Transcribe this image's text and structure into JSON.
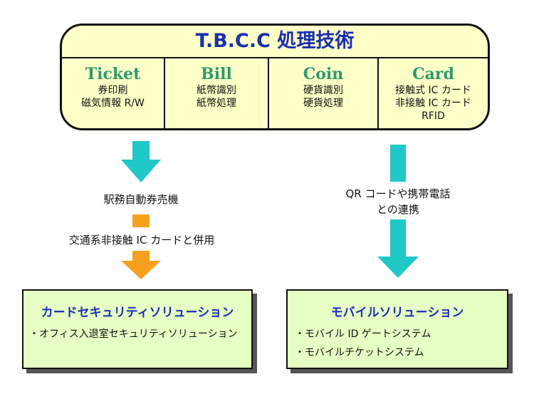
{
  "header": {
    "title": "T.B.C.C 処理技術"
  },
  "columns": [
    {
      "heading": "Ticket",
      "lines": [
        "券印刷",
        "磁気情報 R/W"
      ]
    },
    {
      "heading": "Bill",
      "lines": [
        "紙幣識別",
        "紙幣処理"
      ]
    },
    {
      "heading": "Coin",
      "lines": [
        "硬貨識別",
        "硬貨処理"
      ]
    },
    {
      "heading": "Card",
      "lines": [
        "接触式 IC カード",
        "非接触 IC カード",
        "RFID"
      ]
    }
  ],
  "left_flow": {
    "label_1": "駅務自動券売機",
    "label_2": "交通系非接触 IC カードと併用"
  },
  "right_flow": {
    "label_line_1": "QR コードや携帯電話",
    "label_line_2": "との連携"
  },
  "solutions": {
    "card": {
      "title": "カードセキュリティソリューション",
      "items": [
        "・オフィス入退室セキュリティソリューション"
      ]
    },
    "mobile": {
      "title": "モバイルソリューション",
      "items": [
        "・モバイル ID ゲートシステム",
        "・モバイルチケットシステム"
      ]
    }
  },
  "colors": {
    "title_blue": "#1a2fb0",
    "heading_green": "#2c9b6e",
    "cyan_arrow": "#20c8c8",
    "orange_arrow": "#f7a020",
    "box_yellow": "#ffffc8",
    "box_green": "#e6ffc4"
  }
}
